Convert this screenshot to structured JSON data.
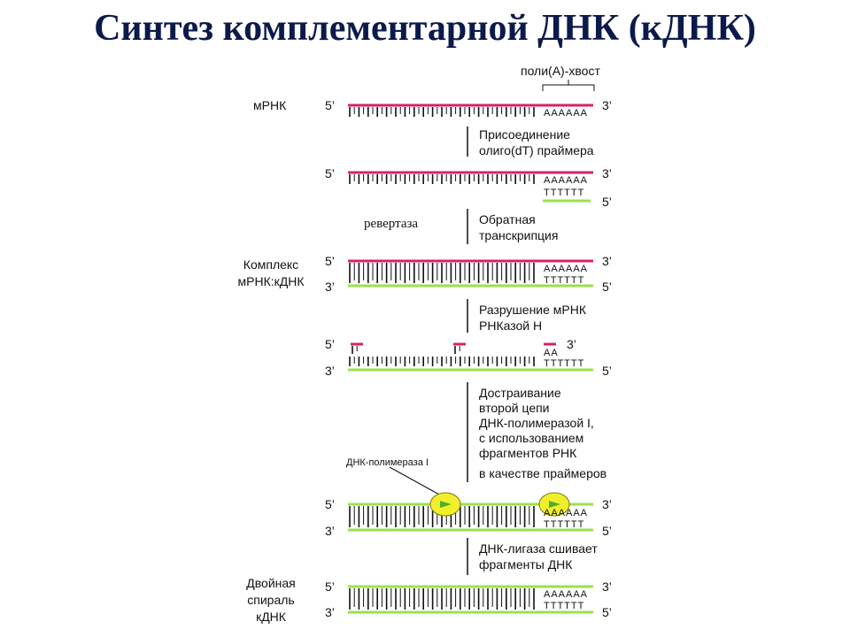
{
  "title": "Синтез комплементарной ДНК (кДНК)",
  "labels": {
    "polyA": "поли(А)-хвост",
    "mrna": "мРНК",
    "complex": [
      "Комплекс",
      "мРНК:кДНК"
    ],
    "helix": [
      "Двойная",
      "спираль",
      "кДНК"
    ],
    "revertase": "ревертаза",
    "polymerase": "ДНК-полимераза I"
  },
  "ends": {
    "five": "5’",
    "three": "3’"
  },
  "sequences": {
    "a6": "AAAAAA",
    "t6": "TTTTTT",
    "a2": "AA"
  },
  "steps": [
    [
      "Присоединение",
      "олиго(dT) праймера"
    ],
    [
      "Обратная",
      "транскрипция"
    ],
    [
      "Разрушение мРНК",
      "РНКазой Н"
    ],
    [
      "Достраивание",
      "второй цепи",
      "ДНК-полимеразой I,",
      "с использованием",
      "фрагментов РНК",
      "в качестве праймеров"
    ],
    [
      "ДНК-лигаза сшивает",
      "фрагменты ДНК"
    ]
  ],
  "colors": {
    "mrna": "#d6226a",
    "dna": "#99e24a",
    "polymerase": "#f2ee2a",
    "title": "#0b1a4a"
  }
}
